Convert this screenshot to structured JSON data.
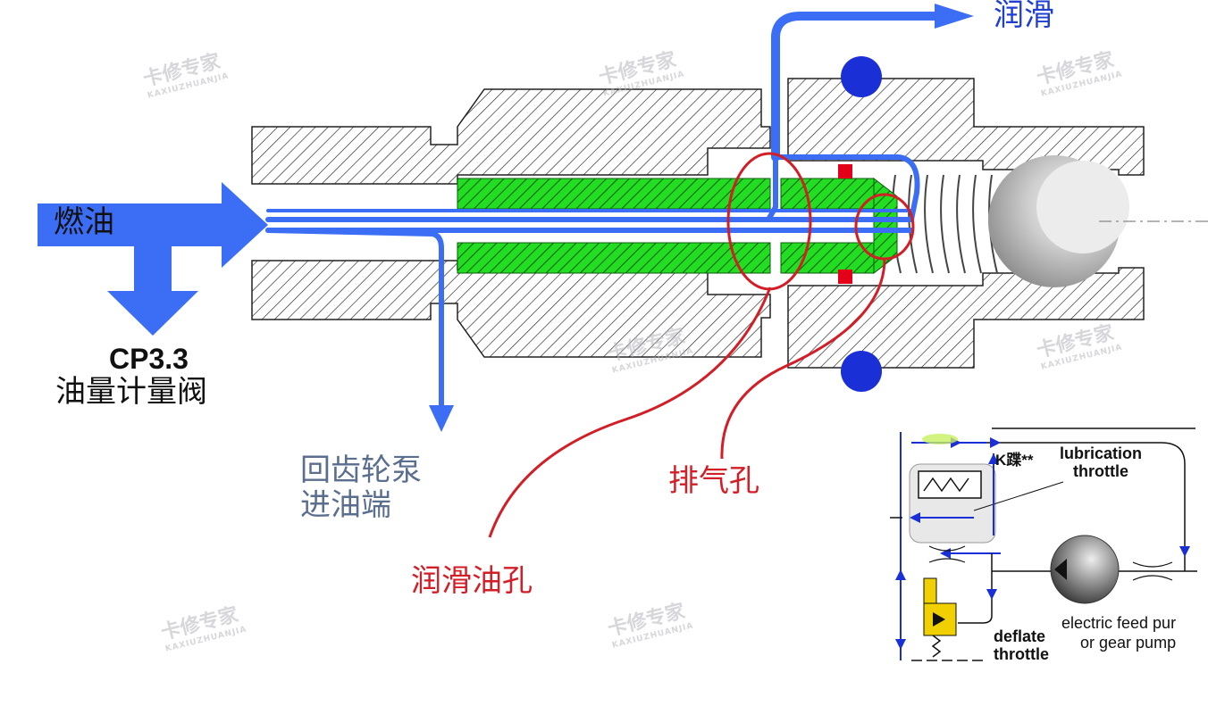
{
  "labels": {
    "fuel": "燃油",
    "lubrication": "润滑",
    "cp33": "CP3.3",
    "metering_valve": "油量计量阀",
    "return_line1": "回齿轮泵",
    "return_line2": "进油端",
    "vent_hole": "排气孔",
    "lube_oil_hole": "润滑油孔"
  },
  "schematic": {
    "k_label": "K蹀**",
    "lubrication_throttle_1": "lubrication",
    "lubrication_throttle_2": "throttle",
    "deflate_throttle_1": "deflate",
    "deflate_throttle_2": "throttle",
    "electric_pump_1": "electric feed pur",
    "electric_pump_2": "or gear pump"
  },
  "watermark": {
    "brand": "卡修专家",
    "brand_latin": "KAXIUZHUANJIA"
  },
  "colors": {
    "flow_blue": "#3b6ef5",
    "annotation_red": "#d21e26",
    "piston_green": "#22dd22",
    "seal_blue": "#1a2fd6",
    "valve_gray": "#a8a8a8"
  },
  "icons": {
    "fuel_arrow": "arrow-right-icon",
    "lube_arrow": "arrow-right-icon",
    "return_arrow": "arrow-down-icon"
  }
}
